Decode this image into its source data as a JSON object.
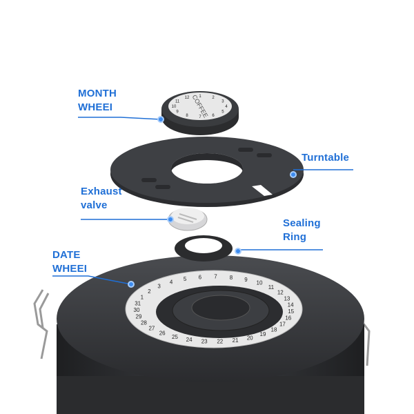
{
  "labels": {
    "month_wheel": [
      "MONTH",
      "WHEEI"
    ],
    "turntable": [
      "Turntable"
    ],
    "exhaust_valve": [
      "Exhaust",
      "valve"
    ],
    "sealing_ring": [
      "Sealing",
      "Ring"
    ],
    "date_wheel": [
      "DATE",
      "WHEEI"
    ]
  },
  "month_wheel_text": "COFFEE",
  "month_numbers": [
    "1",
    "2",
    "3",
    "4",
    "5",
    "6",
    "7",
    "8",
    "9",
    "10",
    "11",
    "12"
  ],
  "date_numbers": [
    "1",
    "2",
    "3",
    "4",
    "5",
    "6",
    "7",
    "8",
    "9",
    "10",
    "11",
    "12",
    "13",
    "14",
    "15",
    "16",
    "17",
    "18",
    "19",
    "20",
    "21",
    "22",
    "23",
    "24",
    "25",
    "26",
    "27",
    "28",
    "29",
    "30",
    "31"
  ],
  "colors": {
    "accent": "#1f6fd6",
    "part_dark": "#3a3c3f",
    "part_face": "#e6e6e6"
  }
}
